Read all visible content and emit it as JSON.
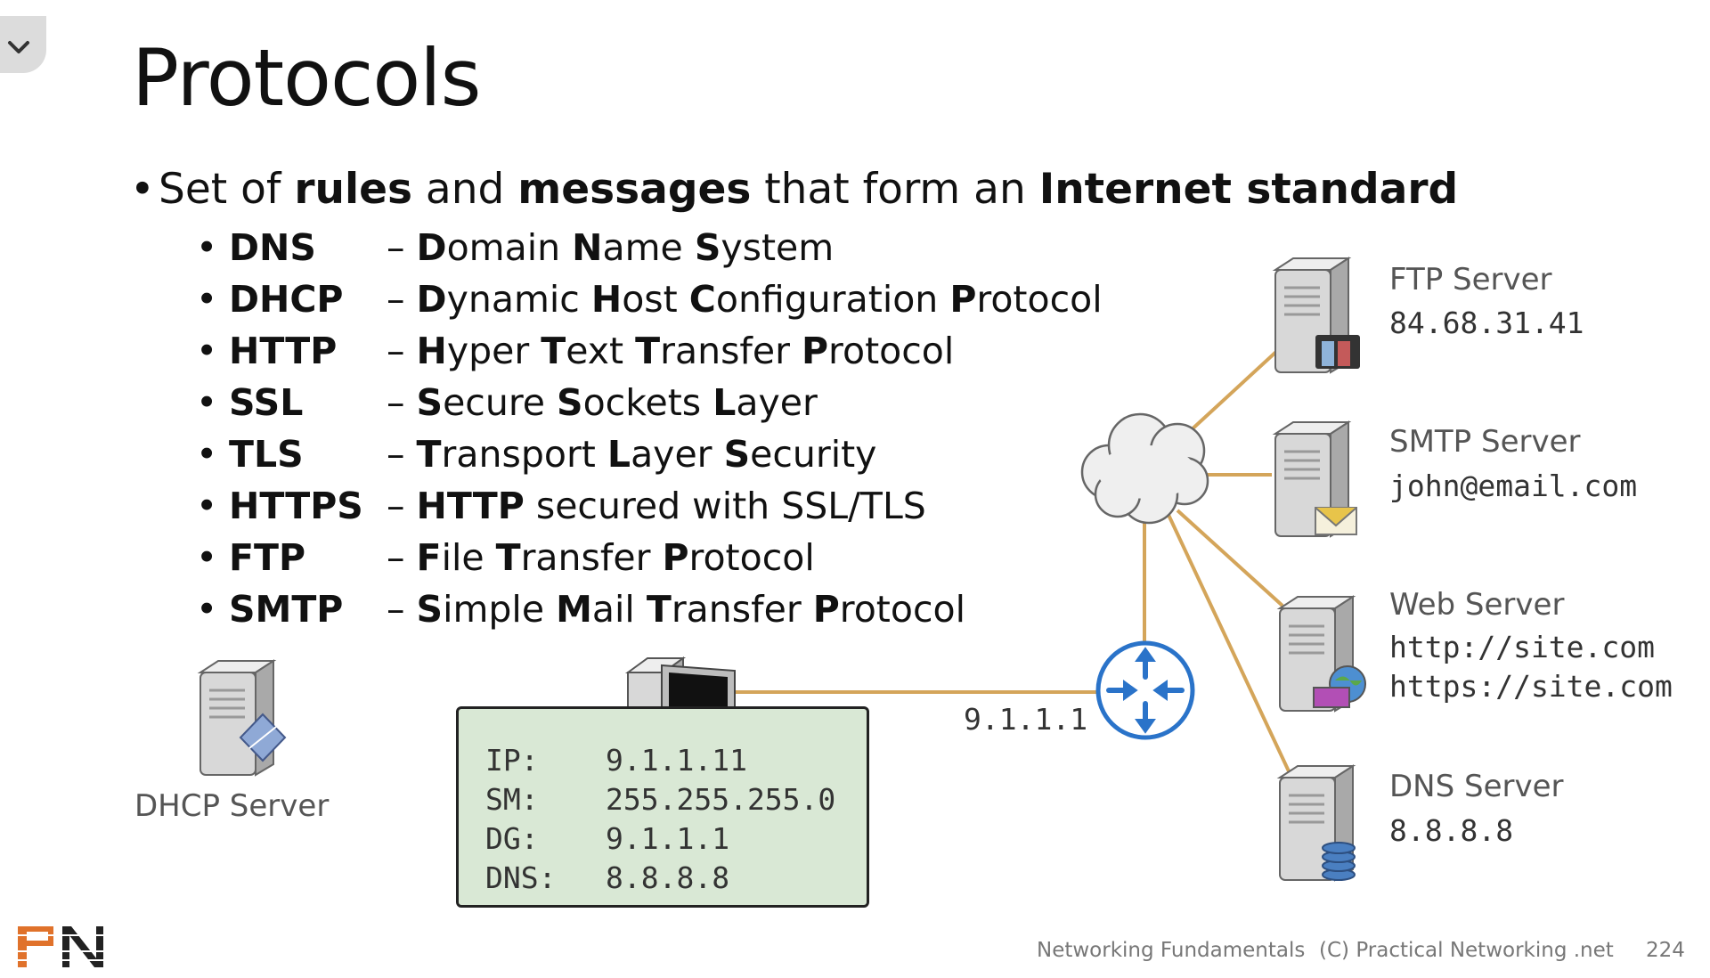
{
  "slide": {
    "title": "Protocols",
    "lead": {
      "t1": "Set of ",
      "b1": "rules",
      "t2": " and ",
      "b2": "messages",
      "t3": " that form an ",
      "b3": "Internet standard"
    },
    "protocols": [
      {
        "abbr": "DNS",
        "dash": "– ",
        "parts": [
          [
            "b",
            "D"
          ],
          [
            "t",
            "omain "
          ],
          [
            "b",
            "N"
          ],
          [
            "t",
            "ame "
          ],
          [
            "b",
            "S"
          ],
          [
            "t",
            "ystem"
          ]
        ]
      },
      {
        "abbr": "DHCP",
        "dash": "– ",
        "parts": [
          [
            "b",
            "D"
          ],
          [
            "t",
            "ynamic "
          ],
          [
            "b",
            "H"
          ],
          [
            "t",
            "ost "
          ],
          [
            "b",
            "C"
          ],
          [
            "t",
            "onfiguration "
          ],
          [
            "b",
            "P"
          ],
          [
            "t",
            "rotocol"
          ]
        ]
      },
      {
        "abbr": "HTTP",
        "dash": "– ",
        "parts": [
          [
            "b",
            "H"
          ],
          [
            "t",
            "yper "
          ],
          [
            "b",
            "T"
          ],
          [
            "t",
            "ext "
          ],
          [
            "b",
            "T"
          ],
          [
            "t",
            "ransfer "
          ],
          [
            "b",
            "P"
          ],
          [
            "t",
            "rotocol"
          ]
        ]
      },
      {
        "abbr": "SSL",
        "dash": "– ",
        "parts": [
          [
            "b",
            "S"
          ],
          [
            "t",
            "ecure "
          ],
          [
            "b",
            "S"
          ],
          [
            "t",
            "ockets "
          ],
          [
            "b",
            "L"
          ],
          [
            "t",
            "ayer"
          ]
        ]
      },
      {
        "abbr": "TLS",
        "dash": "– ",
        "parts": [
          [
            "b",
            "T"
          ],
          [
            "t",
            "ransport "
          ],
          [
            "b",
            "L"
          ],
          [
            "t",
            "ayer "
          ],
          [
            "b",
            "S"
          ],
          [
            "t",
            "ecurity"
          ]
        ]
      },
      {
        "abbr": "HTTPS",
        "dash": "– ",
        "parts": [
          [
            "b",
            "HTTP"
          ],
          [
            "t",
            " secured with SSL/TLS"
          ]
        ]
      },
      {
        "abbr": "FTP",
        "dash": "– ",
        "parts": [
          [
            "b",
            "F"
          ],
          [
            "t",
            "ile "
          ],
          [
            "b",
            "T"
          ],
          [
            "t",
            "ransfer "
          ],
          [
            "b",
            "P"
          ],
          [
            "t",
            "rotocol"
          ]
        ]
      },
      {
        "abbr": "SMTP",
        "dash": "– ",
        "parts": [
          [
            "b",
            "S"
          ],
          [
            "t",
            "imple "
          ],
          [
            "b",
            "M"
          ],
          [
            "t",
            "ail "
          ],
          [
            "b",
            "T"
          ],
          [
            "t",
            "ransfer "
          ],
          [
            "b",
            "P"
          ],
          [
            "t",
            "rotocol"
          ]
        ]
      }
    ],
    "bullet": "•"
  },
  "diagram": {
    "servers": {
      "ftp": {
        "label": "FTP Server",
        "value": "84.68.31.41",
        "icon": "ftp-server-icon"
      },
      "smtp": {
        "label": "SMTP Server",
        "value": "john@email.com",
        "icon": "mail-server-icon"
      },
      "web": {
        "label": "Web Server",
        "value1": "http://site.com",
        "value2": "https://site.com",
        "icon": "web-server-icon"
      },
      "dns": {
        "label": "DNS Server",
        "value": "8.8.8.8",
        "icon": "dns-server-icon"
      },
      "dhcp": {
        "label": "DHCP Server",
        "icon": "dhcp-server-icon"
      }
    },
    "router_ip": "9.1.1.1",
    "host_config": {
      "ip_label": "IP:",
      "ip": "9.1.1.11",
      "sm_label": "SM:",
      "sm": "255.255.255.0",
      "dg_label": "DG:",
      "dg": "9.1.1.1",
      "dns_label": "DNS:",
      "dns": "8.8.8.8"
    },
    "colors": {
      "link": "#d4a55a",
      "router": "#2a73c9",
      "ipbox": "#d9e8d5"
    }
  },
  "footer": {
    "course": "Networking Fundamentals",
    "copyright": "(C) Practical Networking .net",
    "page": "224"
  }
}
